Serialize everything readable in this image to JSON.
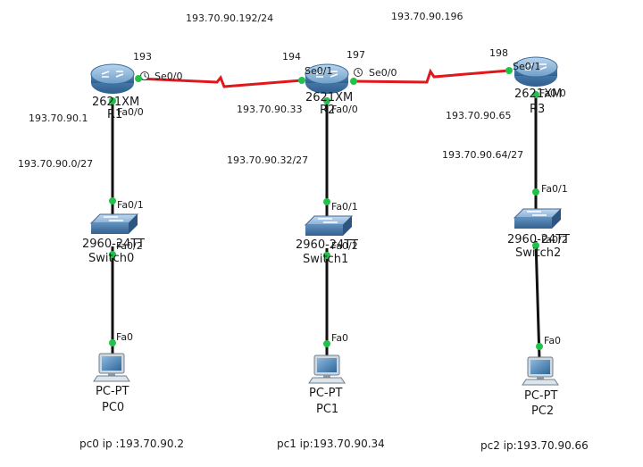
{
  "networks": {
    "wan_net": "193.70.90.192/24",
    "wan_r3": "193.70.90.196",
    "lan0_gw": "193.70.90.1",
    "lan0_net": "193.70.90.0/27",
    "lan1_gw": "193.70.90.33",
    "lan1_net": "193.70.90.32/27",
    "lan2_gw": "193.70.90.65",
    "lan2_net": "193.70.90.64/27"
  },
  "hosts": {
    "r1_se": "193",
    "r2_se_left": "194",
    "r2_se_right": "197",
    "r3_se": "198"
  },
  "routers": {
    "r1": {
      "model": "2621XM",
      "name": "R1",
      "port_se": "Se0/0",
      "port_fa": "Fa0/0"
    },
    "r2": {
      "model": "2621XM",
      "name": "R2",
      "port_se_left": "Se0/1",
      "port_se_right": "Se0/0",
      "port_fa": "Fa0/0"
    },
    "r3": {
      "model": "2621XM",
      "name": "R3",
      "port_se": "Se0/1",
      "port_fa": "Fa0/0"
    }
  },
  "switches": [
    {
      "model": "2960-24TT",
      "name": "Switch0",
      "port_up": "Fa0/1",
      "port_down": "Fa0/2"
    },
    {
      "model": "2960-24TT",
      "name": "Switch1",
      "port_up": "Fa0/1",
      "port_down": "Fa0/2"
    },
    {
      "model": "2960-24TT",
      "name": "Switch2",
      "port_up": "Fa0/1",
      "port_down": "Fa0/2"
    }
  ],
  "pcs": [
    {
      "type": "PC-PT",
      "name": "PC0",
      "port": "Fa0",
      "ip_note": "pc0 ip :193.70.90.2"
    },
    {
      "type": "PC-PT",
      "name": "PC1",
      "port": "Fa0",
      "ip_note": "pc1 ip:193.70.90.34"
    },
    {
      "type": "PC-PT",
      "name": "PC2",
      "port": "Fa0",
      "ip_note": "pc2 ip:193.70.90.66"
    }
  ],
  "colors": {
    "serial_link": "#e0181c",
    "ethernet_link": "#111111",
    "link_up": "#22c24a",
    "router_body": "#4d87b8",
    "switch_body": "#5b8fbf",
    "pc_screen": "#3f77a8"
  },
  "icons": {
    "router": "router-icon",
    "switch": "switch-icon",
    "pc": "pc-icon",
    "clock": "clock-icon"
  }
}
